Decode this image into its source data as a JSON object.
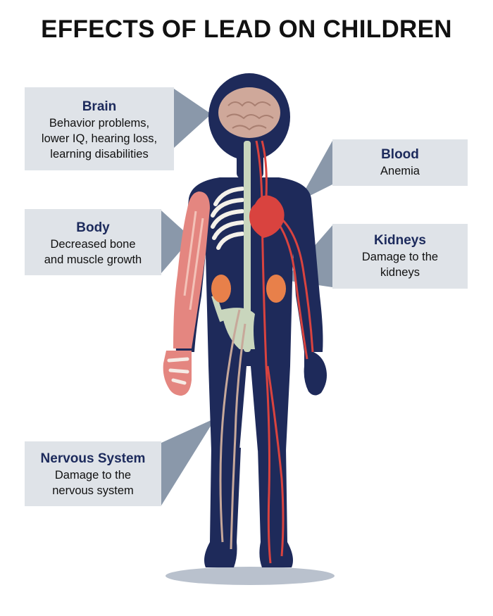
{
  "title": "EFFECTS OF LEAD ON CHILDREN",
  "colors": {
    "silhouette": "#1e2a5a",
    "callout_bg": "#dfe3e8",
    "connector": "#8a98aa",
    "heading": "#1c2a5c",
    "blood": "#d9433f",
    "muscle": "#e48680",
    "bone": "#c9d6bd",
    "brain": "#cfa89a",
    "kidney": "#e8804a",
    "nerve": "#c7a89a"
  },
  "callouts": {
    "brain": {
      "heading": "Brain",
      "description": "Behavior problems,\nlower IQ, hearing loss,\nlearning disabilities"
    },
    "body": {
      "heading": "Body",
      "description": "Decreased bone\nand muscle growth"
    },
    "blood": {
      "heading": "Blood",
      "description": "Anemia"
    },
    "kidneys": {
      "heading": "Kidneys",
      "description": "Damage to the\nkidneys"
    },
    "nervous": {
      "heading": "Nervous System",
      "description": "Damage to the\nnervous system"
    }
  }
}
